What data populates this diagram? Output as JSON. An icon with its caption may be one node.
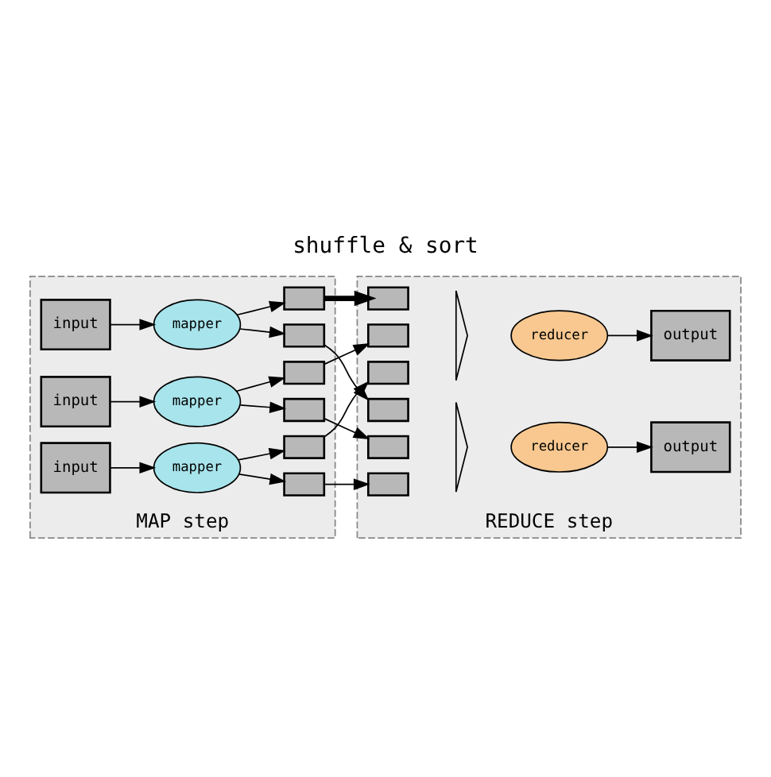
{
  "diagram": {
    "title": "shuffle & sort",
    "nodes": [
      {
        "text": [
          "MAP step"
        ]
      },
      {
        "text": [
          "input"
        ],
        "in": 0
      },
      {
        "text": [
          "mapper"
        ],
        "in": 0
      },
      {
        "text": [],
        "shape": "box",
        "in": 0
      },
      {
        "text": [],
        "shape": "box",
        "in": 0
      },
      {
        "text": [
          "input"
        ],
        "in": 0
      },
      {
        "text": [
          "mapper"
        ],
        "in": 0
      },
      {
        "text": [],
        "shape": "box",
        "in": 0
      },
      {
        "text": [],
        "shape": "box",
        "in": 0
      },
      {
        "text": [
          "input"
        ],
        "in": 0
      },
      {
        "text": [
          "mapper"
        ],
        "in": 0
      },
      {
        "text": [],
        "shape": "box",
        "in": 0
      },
      {
        "text": [],
        "shape": "box",
        "in": 0
      },
      {
        "text": [
          "REDUCE step"
        ]
      },
      {
        "text": [],
        "shape": "box",
        "in": 13
      },
      {
        "text": [],
        "shape": "box",
        "in": 13
      },
      {
        "text": [],
        "shape": "box",
        "in": 13
      },
      {
        "text": [],
        "shape": "brace",
        "in": 13
      },
      {
        "text": [
          "reducer"
        ],
        "in": 13
      },
      {
        "text": [
          "output"
        ],
        "in": 13
      },
      {
        "text": [],
        "shape": "box",
        "in": 13
      },
      {
        "text": [],
        "shape": "box",
        "in": 13
      },
      {
        "text": [],
        "shape": "box",
        "in": 13
      },
      {
        "text": [],
        "shape": "brace",
        "in": 13
      },
      {
        "text": [
          "reducer"
        ],
        "in": 13
      },
      {
        "text": [
          "output"
        ],
        "in": 13
      }
    ],
    "edges": [
      {
        "from": 1,
        "to": 2,
        "arrow": "to"
      },
      {
        "from": 2,
        "to": 3,
        "arrow": "to"
      },
      {
        "from": 2,
        "to": 4,
        "arrow": "to"
      },
      {
        "from": 5,
        "to": 6,
        "arrow": "to"
      },
      {
        "from": 6,
        "to": 7,
        "arrow": "to"
      },
      {
        "from": 6,
        "to": 8,
        "arrow": "to"
      },
      {
        "from": 9,
        "to": 10,
        "arrow": "to"
      },
      {
        "from": 10,
        "to": 11,
        "arrow": "to"
      },
      {
        "from": 10,
        "to": 12,
        "arrow": "to"
      },
      {
        "from": 3,
        "to": 14,
        "arrow": "to",
        "style": "thick"
      },
      {
        "from": 4,
        "to": 20,
        "arrow": "to"
      },
      {
        "from": 7,
        "to": 15,
        "arrow": "to"
      },
      {
        "from": 8,
        "to": 21,
        "arrow": "to"
      },
      {
        "from": 11,
        "to": 16,
        "arrow": "to"
      },
      {
        "from": 12,
        "to": 22,
        "arrow": "to"
      },
      {
        "from": 18,
        "to": 19,
        "arrow": "to"
      },
      {
        "from": 24,
        "to": 25,
        "arrow": "to"
      }
    ]
  }
}
